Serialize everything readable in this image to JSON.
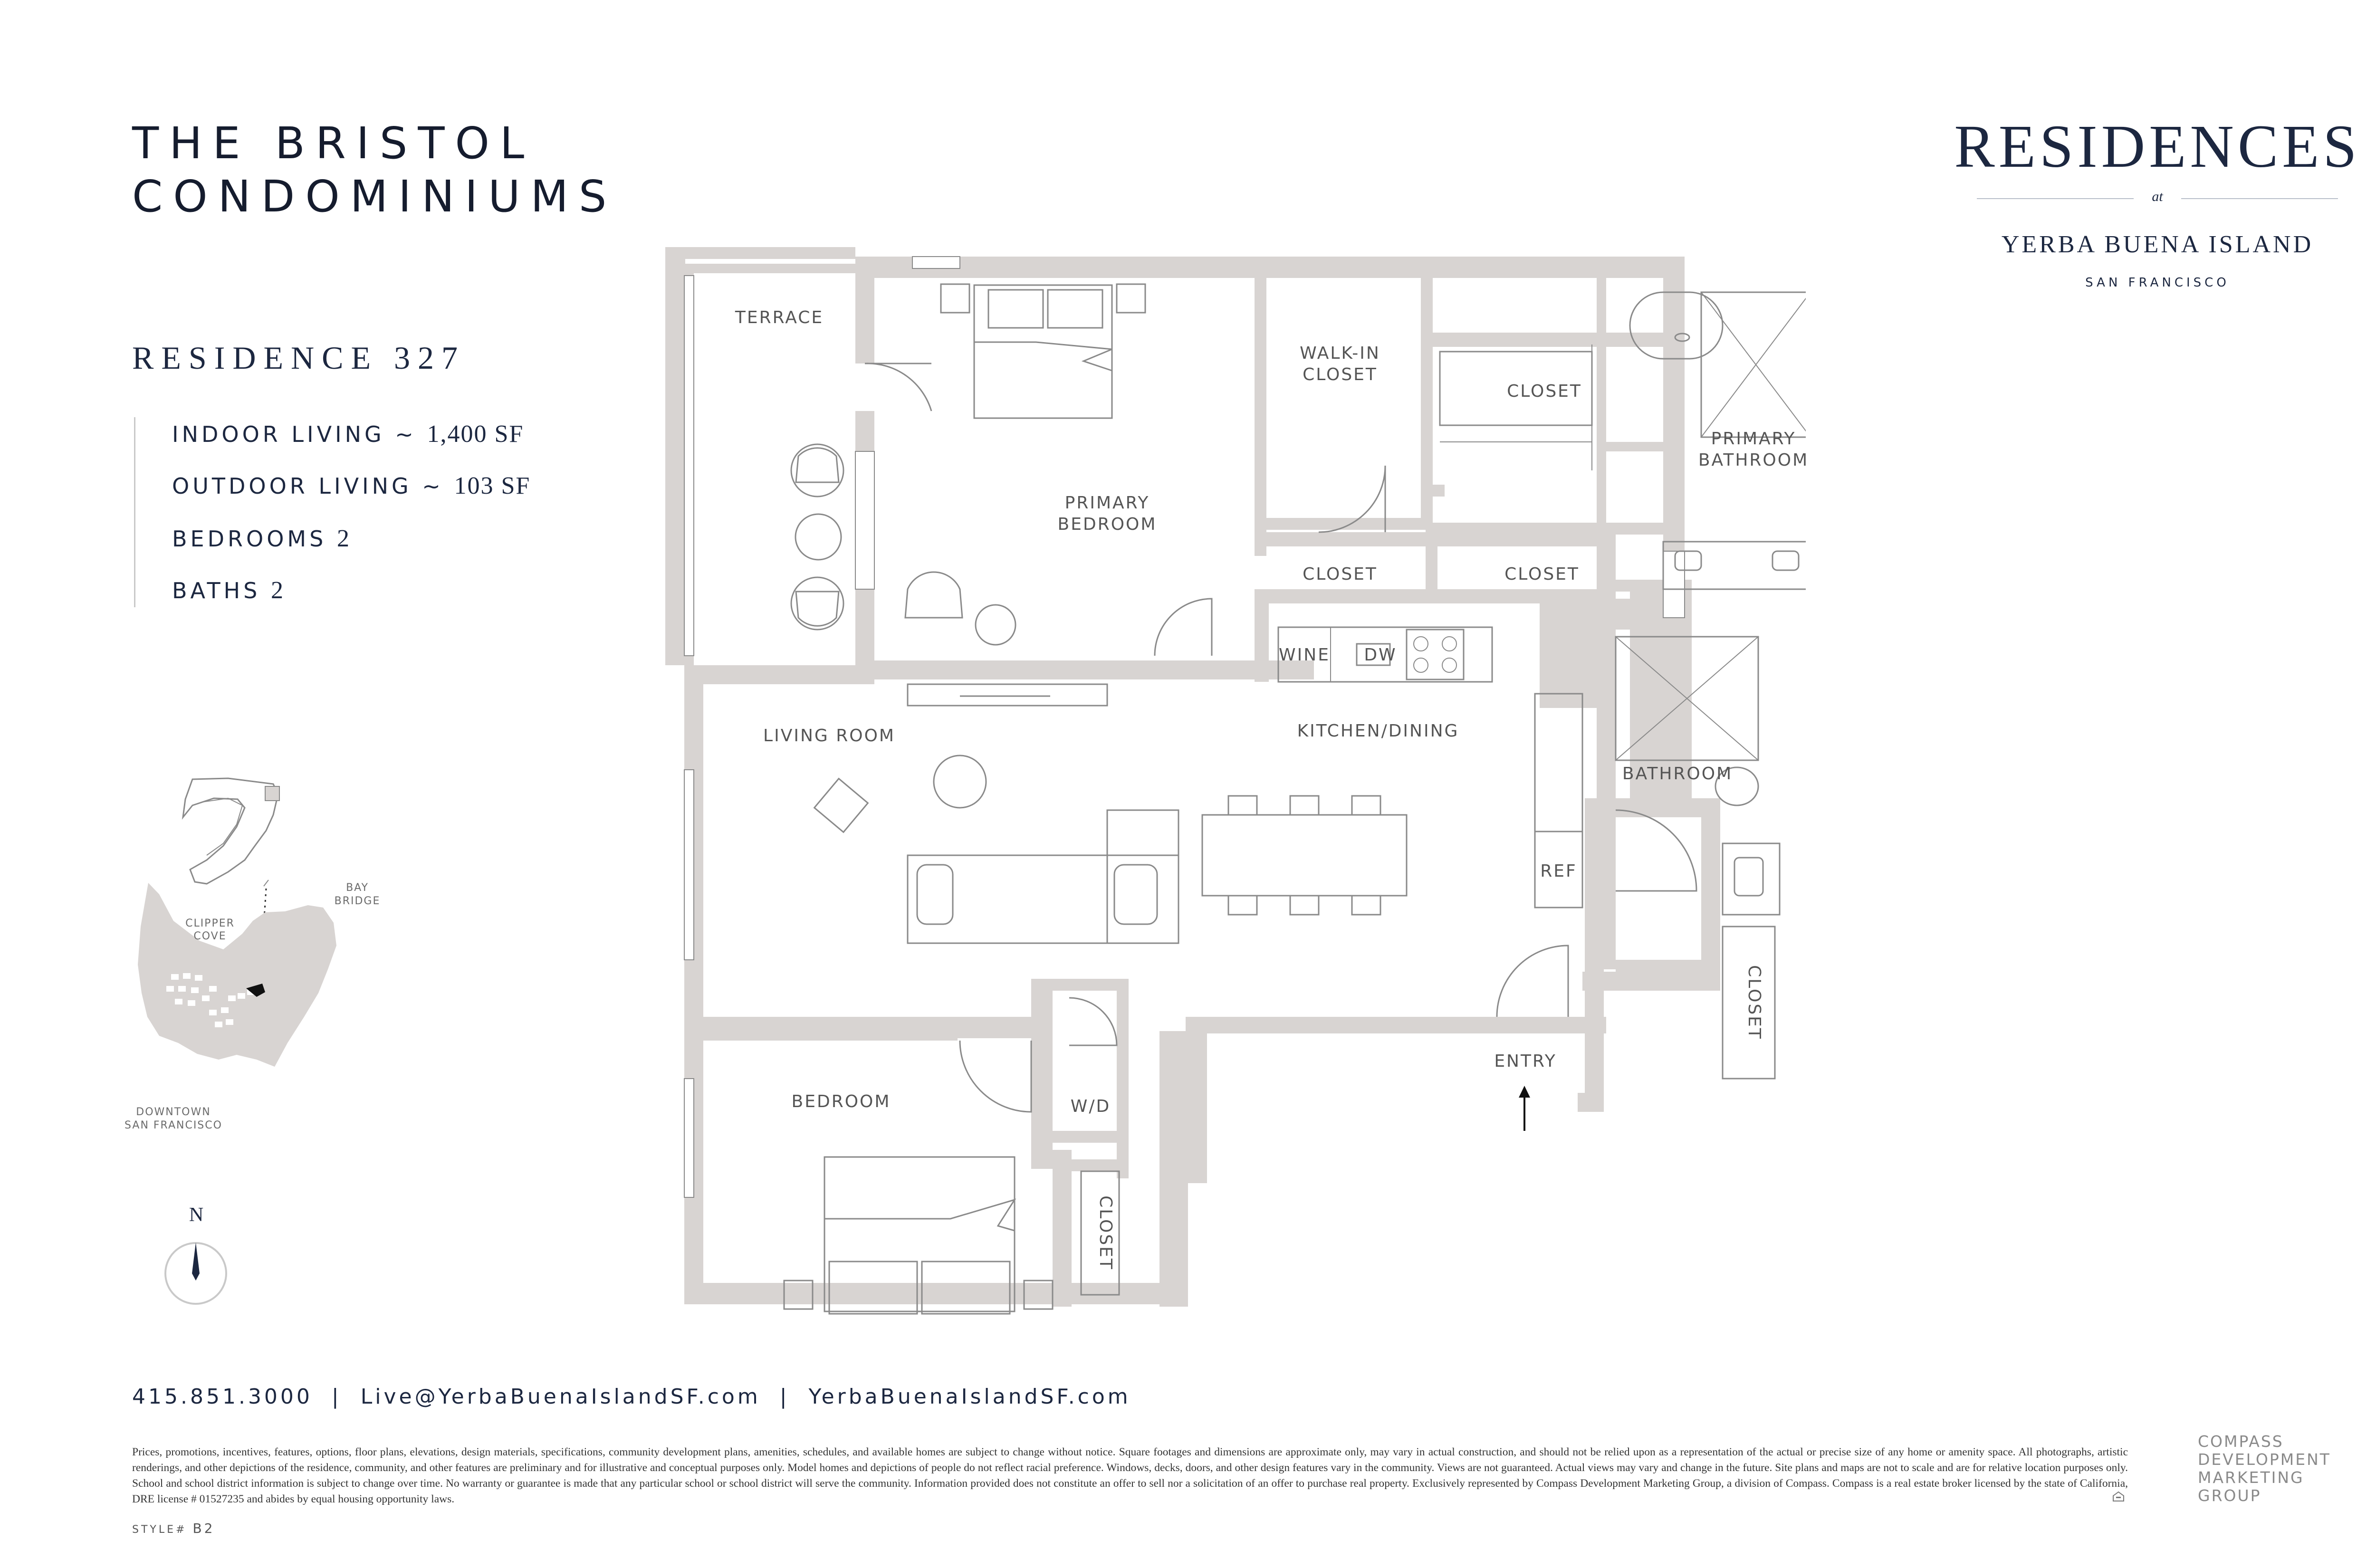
{
  "header": {
    "title_line1": "THE BRISTOL",
    "title_line2": "CONDOMINIUMS"
  },
  "residence": {
    "name": "RESIDENCE 327",
    "stats": [
      {
        "label": "INDOOR LIVING ~",
        "value": "1,400 SF"
      },
      {
        "label": "OUTDOOR LIVING ~",
        "value": "103 SF"
      },
      {
        "label": "BEDROOMS",
        "value": "2"
      },
      {
        "label": "BATHS",
        "value": "2"
      }
    ]
  },
  "brand": {
    "main": "RESIDENCES",
    "at": "at",
    "sub": "YERBA BUENA ISLAND",
    "city": "SAN FRANCISCO"
  },
  "location_map": {
    "labels": [
      "BAY",
      "BRIDGE",
      "CLIPPER",
      "COVE",
      "DOWNTOWN",
      "SAN FRANCISCO"
    ]
  },
  "compass": {
    "north": "N"
  },
  "floorplan": {
    "rooms": {
      "terrace": "TERRACE",
      "walk_in_closet_1": "WALK-IN",
      "walk_in_closet_2": "CLOSET",
      "closet_top": "CLOSET",
      "primary_bathroom_1": "PRIMARY",
      "primary_bathroom_2": "BATHROOM",
      "primary_bedroom_1": "PRIMARY",
      "primary_bedroom_2": "BEDROOM",
      "closet_mid_left": "CLOSET",
      "closet_mid_right": "CLOSET",
      "wine": "WINE",
      "dw": "DW",
      "living_room": "LIVING ROOM",
      "kitchen_dining": "KITCHEN/DINING",
      "bathroom": "BATHROOM",
      "ref": "REF",
      "closet_right": "CLOSET",
      "entry": "ENTRY",
      "bedroom": "BEDROOM",
      "wd": "W/D",
      "closet_bottom": "CLOSET"
    }
  },
  "footer": {
    "phone": "415.851.3000",
    "separator": "|",
    "email": "Live@YerbaBuenaIslandSF.com",
    "website": "YerbaBuenaIslandSF.com",
    "disclaimer": "Prices, promotions, incentives, features, options, floor plans, elevations, design materials, specifications, community development plans, amenities, schedules, and available homes are subject to change without notice. Square footages and dimensions are approximate only, may vary in actual construction, and should not be relied upon as a representation of the actual or precise size of any home or amenity space. All photographs, artistic renderings, and other depictions of the residence, community, and other features are preliminary and for illustrative and conceptual purposes only. Model homes and depictions of people do not reflect racial preference. Windows, decks, doors, and other design features vary in the community. Views are not guaranteed. Actual views may vary and change in the future. Site plans and maps are not to scale and are for relative location purposes only. School and school district information is subject to change over time. No warranty or guarantee is made that any particular school or school district will serve the community. Information provided does not constitute an offer to sell nor a solicitation of an offer to purchase real property. Exclusively represented by Compass Development Marketing Group, a division of Compass. Compass is a real estate broker licensed by the state of California, DRE license # 01527235 and abides by equal housing opportunity laws.",
    "style_label": "STYLE#",
    "style_value": "B2",
    "compass_lines": [
      "COMPASS",
      "DEVELOPMENT",
      "MARKETING",
      "GROUP"
    ]
  }
}
